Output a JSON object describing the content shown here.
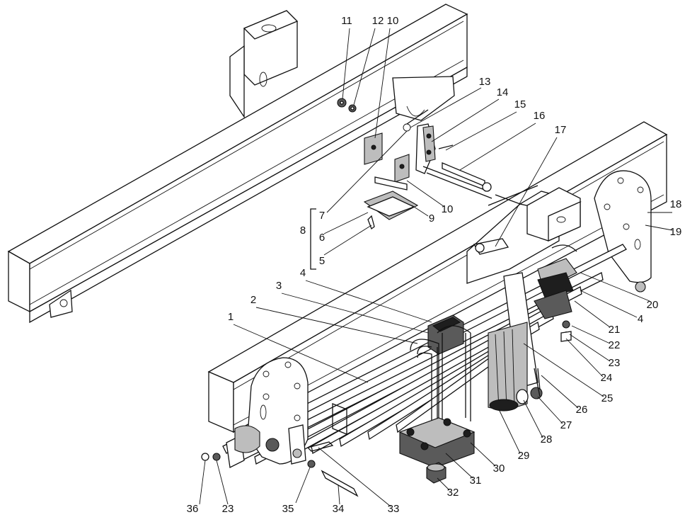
{
  "figure": {
    "callouts": [
      "1",
      "2",
      "3",
      "4",
      "5",
      "6",
      "7",
      "8",
      "9",
      "10",
      "11",
      "12",
      "13",
      "14",
      "15",
      "16",
      "17",
      "18",
      "19",
      "20",
      "21",
      "22",
      "23",
      "24",
      "25",
      "26",
      "27",
      "28",
      "29",
      "30",
      "31",
      "32",
      "33",
      "34",
      "35",
      "36"
    ],
    "colors": {
      "line": "#111111",
      "shade": "#bdbdbd",
      "dark": "#5a5a5a",
      "background": "#ffffff"
    }
  }
}
